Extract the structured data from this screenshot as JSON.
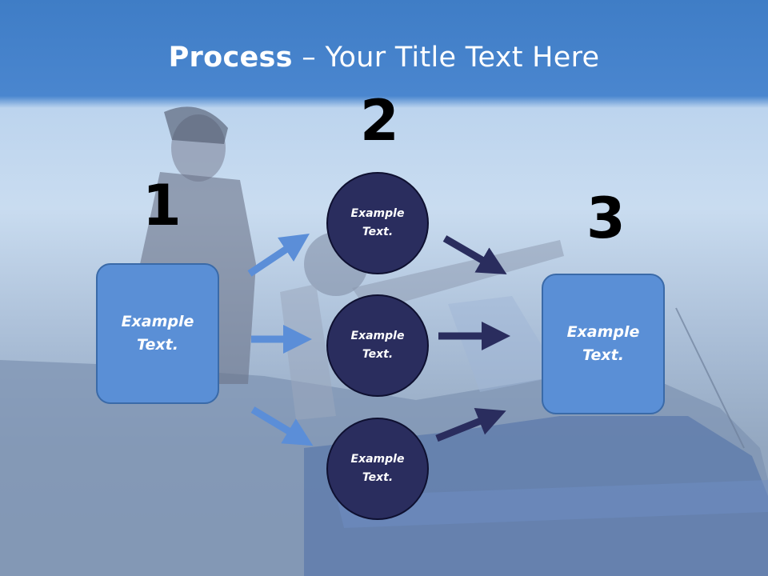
{
  "title": {
    "bold": "Process",
    "rest": " – Your Title Text Here"
  },
  "steps": [
    {
      "number": "1",
      "text": "Example Text."
    },
    {
      "number": "2"
    },
    {
      "number": "3",
      "text": "Example Text."
    }
  ],
  "circles": [
    {
      "text": "Example Text."
    },
    {
      "text": "Example Text."
    },
    {
      "text": "Example Text."
    }
  ],
  "colors": {
    "header": "#4a86cf",
    "box": "#5a8fd6",
    "circle": "#2a2d5e",
    "arrow_light": "#5b8ed8",
    "arrow_dark": "#2a2d5e"
  }
}
